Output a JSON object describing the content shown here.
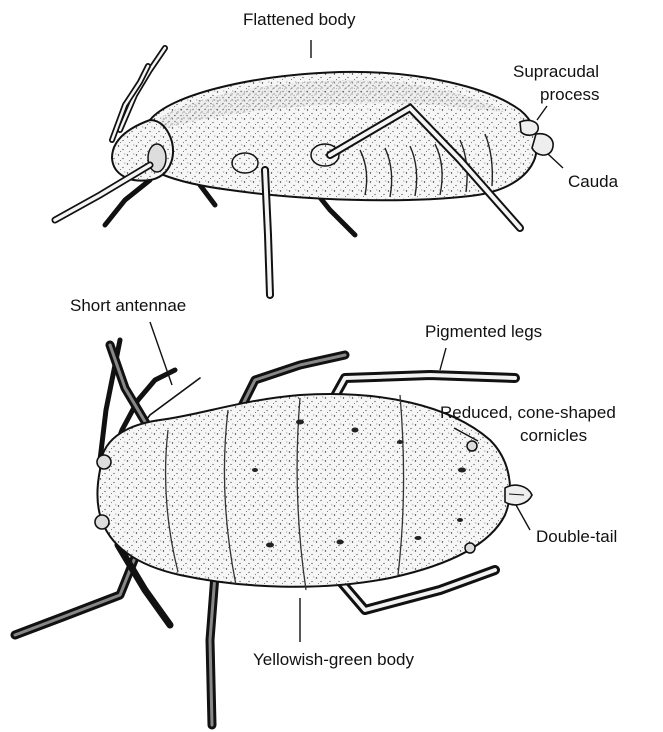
{
  "side_view": {
    "labels": {
      "flattened_body": "Flattened body",
      "supracaudal_line1": "Supracudal",
      "supracaudal_line2": "process",
      "cauda": "Cauda"
    }
  },
  "dorsal_view": {
    "labels": {
      "short_antennae": "Short antennae",
      "pigmented_legs": "Pigmented legs",
      "cornicles_line1": "Reduced, cone-shaped",
      "cornicles_line2": "cornicles",
      "double_tail": "Double-tail",
      "body": "Yellowish-green body"
    }
  }
}
